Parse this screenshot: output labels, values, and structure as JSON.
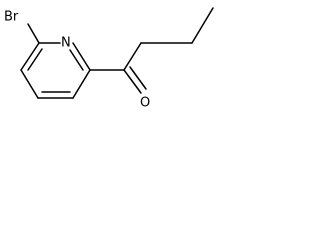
{
  "molecule": {
    "atoms": {
      "bromine": "Br",
      "ring_nitrogen": "N",
      "carbonyl_oxygen": "O"
    },
    "colors": {
      "bond": "#000000",
      "label": "#000000",
      "background": "#ffffff"
    }
  }
}
